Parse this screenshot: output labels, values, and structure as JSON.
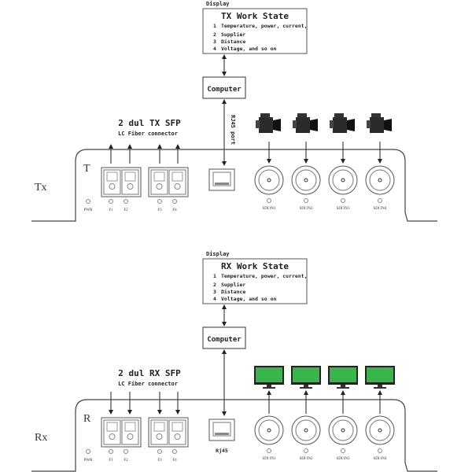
{
  "tx": {
    "display_label": "Display",
    "state_title": "TX Work State",
    "state_items": [
      {
        "num": "1",
        "text": "Temperature, power, current,"
      },
      {
        "num": "2",
        "text": "Supplier"
      },
      {
        "num": "3",
        "text": "Distance"
      },
      {
        "num": "4",
        "text": "Voltage, and so on"
      }
    ],
    "computer_label": "Computer",
    "rj45_label": "RJ45 port",
    "sfp_title": "2 dul TX SFP",
    "sfp_subtitle": "LC Fiber connector",
    "side_label": "Tx",
    "device_letter": "T",
    "led_labels": [
      "PWR",
      "F1",
      "F2",
      "F3",
      "F4"
    ],
    "sdi_labels": [
      "SDI IN1",
      "SDI IN2",
      "SDI IN3",
      "SDI IN4"
    ],
    "source_icon": "video-camera-icon"
  },
  "rx": {
    "display_label": "Display",
    "state_title": "RX Work State",
    "state_items": [
      {
        "num": "1",
        "text": "Temperature, power, current,"
      },
      {
        "num": "2",
        "text": "Supplier"
      },
      {
        "num": "3",
        "text": "Distance"
      },
      {
        "num": "4",
        "text": "Voltage, and so on"
      }
    ],
    "computer_label": "Computer",
    "rj45_label": "Rj45",
    "sfp_title": "2 dul RX SFP",
    "sfp_subtitle": "LC Fiber connector",
    "side_label": "Rx",
    "device_letter": "R",
    "led_labels": [
      "PWR",
      "F1",
      "F2",
      "F3",
      "F4"
    ],
    "sdi_labels": [
      "SDI IN1",
      "SDI IN2",
      "SDI IN3",
      "SDI IN4"
    ],
    "sink_icon": "monitor-icon",
    "monitor_color": "#3ab54a"
  }
}
